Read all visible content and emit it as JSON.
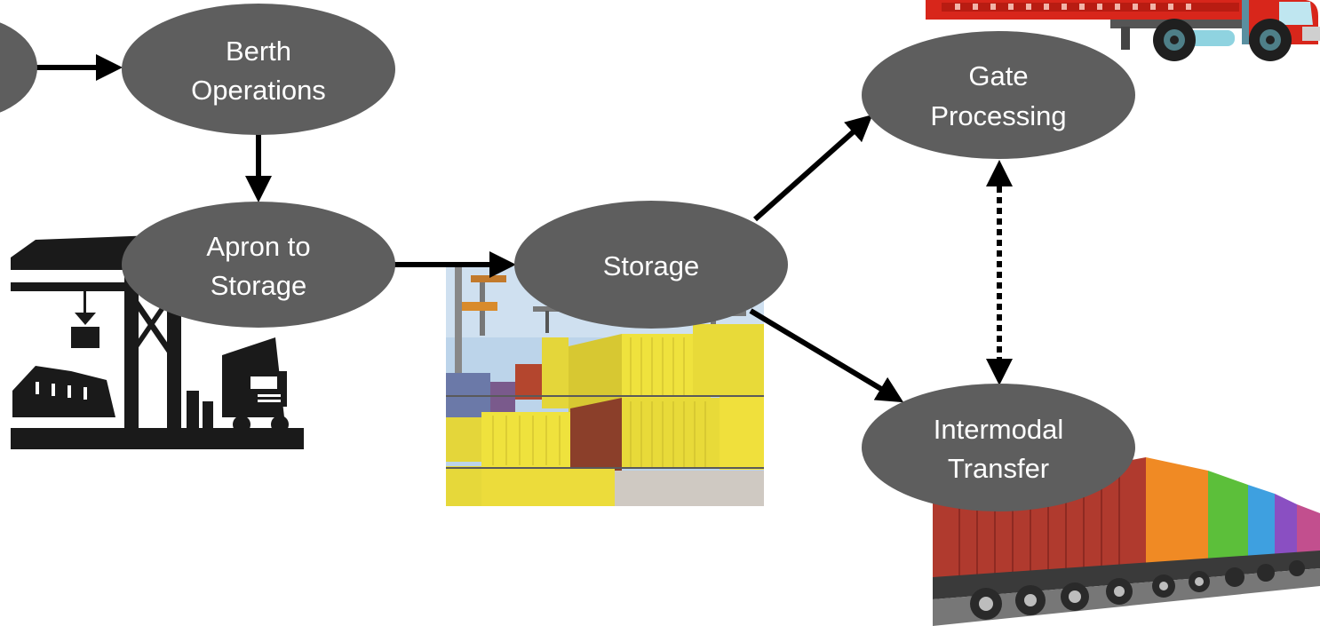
{
  "nodes": {
    "unnamed_left": {
      "lines": []
    },
    "berth": {
      "lines": [
        "Berth",
        "Operations"
      ]
    },
    "apron": {
      "lines": [
        "Apron to",
        "Storage"
      ]
    },
    "storage": {
      "lines": [
        "Storage"
      ]
    },
    "gate": {
      "lines": [
        "Gate",
        "Processing"
      ]
    },
    "intermodal": {
      "lines": [
        "Intermodal",
        "Transfer"
      ]
    }
  },
  "edges": [
    {
      "from": "unnamed_left",
      "to": "berth",
      "style": "solid"
    },
    {
      "from": "berth",
      "to": "apron",
      "style": "solid"
    },
    {
      "from": "apron",
      "to": "storage",
      "style": "solid"
    },
    {
      "from": "storage",
      "to": "gate",
      "style": "solid"
    },
    {
      "from": "storage",
      "to": "intermodal",
      "style": "solid"
    },
    {
      "from": "gate",
      "to": "intermodal",
      "style": "dotted-bidirectional"
    }
  ],
  "illustrations": [
    {
      "name": "truck-illustration",
      "depicts": "red container truck"
    },
    {
      "name": "port-crane-illustration",
      "depicts": "port crane, ship and truck silhouette"
    },
    {
      "name": "container-yard-photo",
      "depicts": "stacked shipping containers"
    },
    {
      "name": "container-train-illustration",
      "depicts": "train of multicolored containers"
    }
  ],
  "colors": {
    "node_fill": "#5e5e5e",
    "node_text": "#ffffff",
    "arrow": "#000000"
  }
}
